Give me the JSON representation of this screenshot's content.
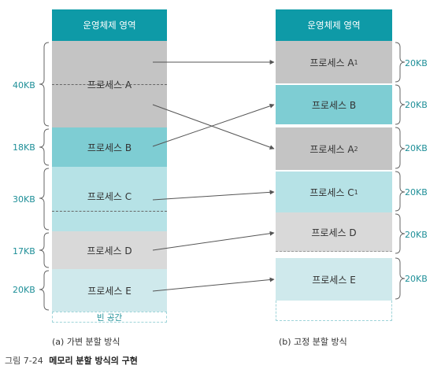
{
  "left": {
    "os_label": "운영체제 영역",
    "blocks": [
      {
        "label": "프로세스 A",
        "size": "40KB"
      },
      {
        "label": "프로세스 B",
        "size": "18KB"
      },
      {
        "label": "프로세스 C",
        "size": "30KB"
      },
      {
        "label": "프로세스 D",
        "size": "17KB"
      },
      {
        "label": "프로세스 E",
        "size": "20KB"
      }
    ],
    "free_label": "빈 공간",
    "caption": "(a) 가변 분할 방식"
  },
  "right": {
    "os_label": "운영체제 영역",
    "blocks": [
      {
        "label": "프로세스 A",
        "sub": "1",
        "size": "20KB"
      },
      {
        "label": "프로세스 B",
        "sub": "",
        "size": "20KB"
      },
      {
        "label": "프로세스 A",
        "sub": "2",
        "size": "20KB"
      },
      {
        "label": "프로세스 C",
        "sub": "1",
        "size": "20KB"
      },
      {
        "label": "프로세스 D",
        "sub": "",
        "size": "20KB"
      },
      {
        "label": "프로세스 E",
        "sub": "",
        "size": "20KB"
      }
    ],
    "caption": "(b) 고정 분할 방식"
  },
  "figure": {
    "number": "그림 7-24",
    "title": "메모리 분할 방식의 구현"
  },
  "colors": {
    "os": "#0e9aa7",
    "size_text": "#1e8f98",
    "gray": "#c4c4c4",
    "teal": "#7ecdd3",
    "light_teal": "#b6e2e6"
  }
}
